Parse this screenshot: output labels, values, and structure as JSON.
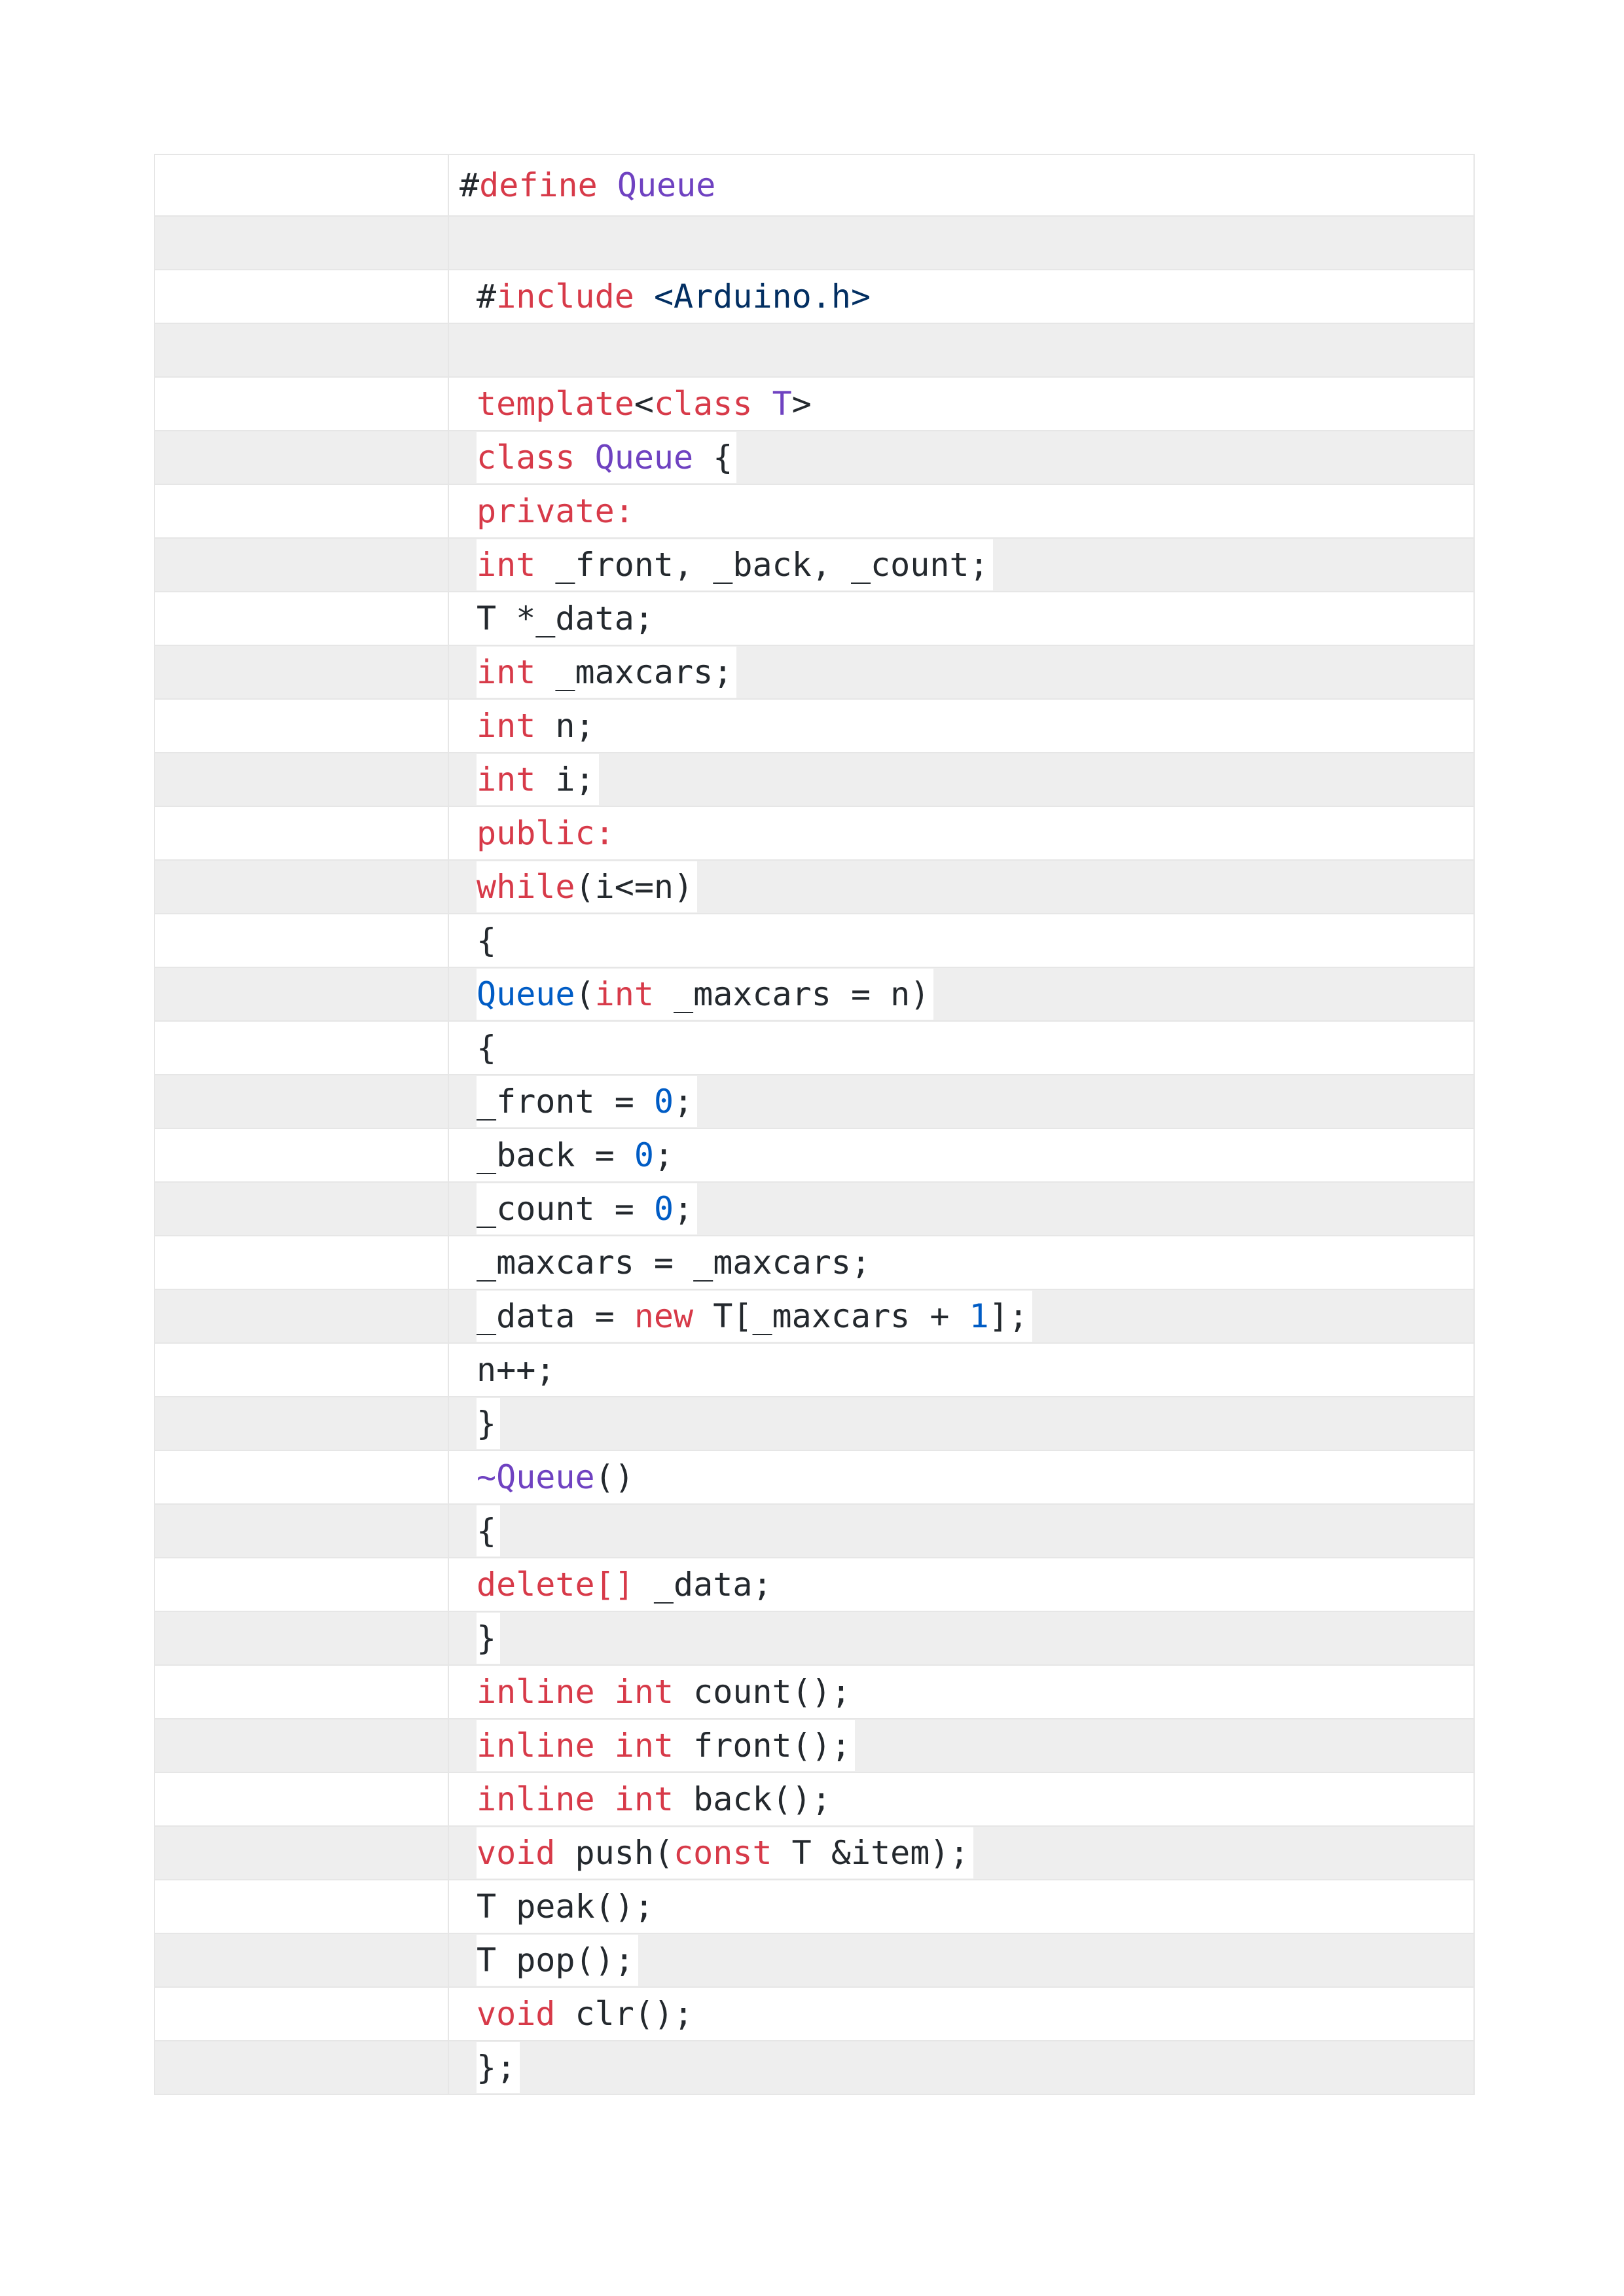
{
  "code_lines": [
    [
      {
        "t": "#",
        "c": ""
      },
      {
        "t": "define",
        "c": "k"
      },
      {
        "t": " ",
        "c": ""
      },
      {
        "t": "Queue",
        "c": "t"
      }
    ],
    [],
    [
      {
        "t": "#",
        "c": ""
      },
      {
        "t": "include",
        "c": "k"
      },
      {
        "t": " ",
        "c": ""
      },
      {
        "t": "<Arduino.h>",
        "c": "s"
      }
    ],
    [],
    [
      {
        "t": "template",
        "c": "k"
      },
      {
        "t": "<",
        "c": ""
      },
      {
        "t": "class",
        "c": "k"
      },
      {
        "t": " ",
        "c": ""
      },
      {
        "t": "T",
        "c": "t"
      },
      {
        "t": ">",
        "c": ""
      }
    ],
    [
      {
        "t": "class",
        "c": "k"
      },
      {
        "t": " ",
        "c": ""
      },
      {
        "t": "Queue",
        "c": "t"
      },
      {
        "t": " {",
        "c": ""
      }
    ],
    [
      {
        "t": "private:",
        "c": "k"
      }
    ],
    [
      {
        "t": "int",
        "c": "k"
      },
      {
        "t": " _front, _back, _count;",
        "c": ""
      }
    ],
    [
      {
        "t": "T *_data;",
        "c": ""
      }
    ],
    [
      {
        "t": "int",
        "c": "k"
      },
      {
        "t": " _maxcars;",
        "c": ""
      }
    ],
    [
      {
        "t": "int",
        "c": "k"
      },
      {
        "t": " n;",
        "c": ""
      }
    ],
    [
      {
        "t": "int",
        "c": "k"
      },
      {
        "t": " i;",
        "c": ""
      }
    ],
    [
      {
        "t": "public:",
        "c": "k"
      }
    ],
    [
      {
        "t": "while",
        "c": "k"
      },
      {
        "t": "(i<=n)",
        "c": ""
      }
    ],
    [
      {
        "t": "{",
        "c": ""
      }
    ],
    [
      {
        "t": "Queue",
        "c": "n"
      },
      {
        "t": "(",
        "c": ""
      },
      {
        "t": "int",
        "c": "k"
      },
      {
        "t": " _maxcars = n)",
        "c": ""
      }
    ],
    [
      {
        "t": "{",
        "c": ""
      }
    ],
    [
      {
        "t": "_front = ",
        "c": ""
      },
      {
        "t": "0",
        "c": "n"
      },
      {
        "t": ";",
        "c": ""
      }
    ],
    [
      {
        "t": "_back = ",
        "c": ""
      },
      {
        "t": "0",
        "c": "n"
      },
      {
        "t": ";",
        "c": ""
      }
    ],
    [
      {
        "t": "_count = ",
        "c": ""
      },
      {
        "t": "0",
        "c": "n"
      },
      {
        "t": ";",
        "c": ""
      }
    ],
    [
      {
        "t": "_maxcars = _maxcars;",
        "c": ""
      }
    ],
    [
      {
        "t": "_data = ",
        "c": ""
      },
      {
        "t": "new",
        "c": "k"
      },
      {
        "t": " T[_maxcars + ",
        "c": ""
      },
      {
        "t": "1",
        "c": "n"
      },
      {
        "t": "];",
        "c": ""
      }
    ],
    [
      {
        "t": "n++;",
        "c": ""
      }
    ],
    [
      {
        "t": "}",
        "c": ""
      }
    ],
    [
      {
        "t": "~Queue",
        "c": "t"
      },
      {
        "t": "()",
        "c": ""
      }
    ],
    [
      {
        "t": "{",
        "c": ""
      }
    ],
    [
      {
        "t": "delete[]",
        "c": "k"
      },
      {
        "t": " _data;",
        "c": ""
      }
    ],
    [
      {
        "t": "}",
        "c": ""
      }
    ],
    [
      {
        "t": "inline",
        "c": "k"
      },
      {
        "t": " ",
        "c": ""
      },
      {
        "t": "int",
        "c": "k"
      },
      {
        "t": " count();",
        "c": ""
      }
    ],
    [
      {
        "t": "inline",
        "c": "k"
      },
      {
        "t": " ",
        "c": ""
      },
      {
        "t": "int",
        "c": "k"
      },
      {
        "t": " front();",
        "c": ""
      }
    ],
    [
      {
        "t": "inline",
        "c": "k"
      },
      {
        "t": " ",
        "c": ""
      },
      {
        "t": "int",
        "c": "k"
      },
      {
        "t": " back();",
        "c": ""
      }
    ],
    [
      {
        "t": "void",
        "c": "k"
      },
      {
        "t": " push(",
        "c": ""
      },
      {
        "t": "const",
        "c": "k"
      },
      {
        "t": " T &item);",
        "c": ""
      }
    ],
    [
      {
        "t": "T peak();",
        "c": ""
      }
    ],
    [
      {
        "t": "T pop();",
        "c": ""
      }
    ],
    [
      {
        "t": "void",
        "c": "k"
      },
      {
        "t": " clr();",
        "c": ""
      }
    ],
    [
      {
        "t": "};",
        "c": ""
      }
    ]
  ]
}
